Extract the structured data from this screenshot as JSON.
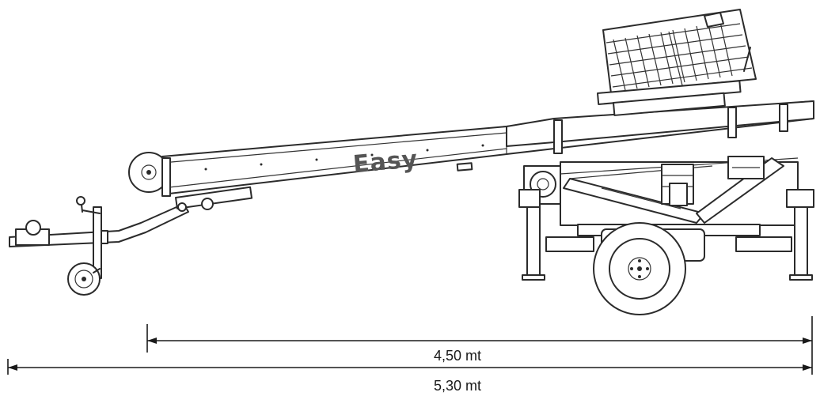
{
  "machine": {
    "brand_label": "Easy"
  },
  "dimensions": {
    "inner_length_label": "4,50 mt",
    "outer_length_label": "5,30 mt"
  },
  "colors": {
    "line": "#2b2b2b",
    "brand_text": "#555555",
    "background": "#ffffff"
  }
}
